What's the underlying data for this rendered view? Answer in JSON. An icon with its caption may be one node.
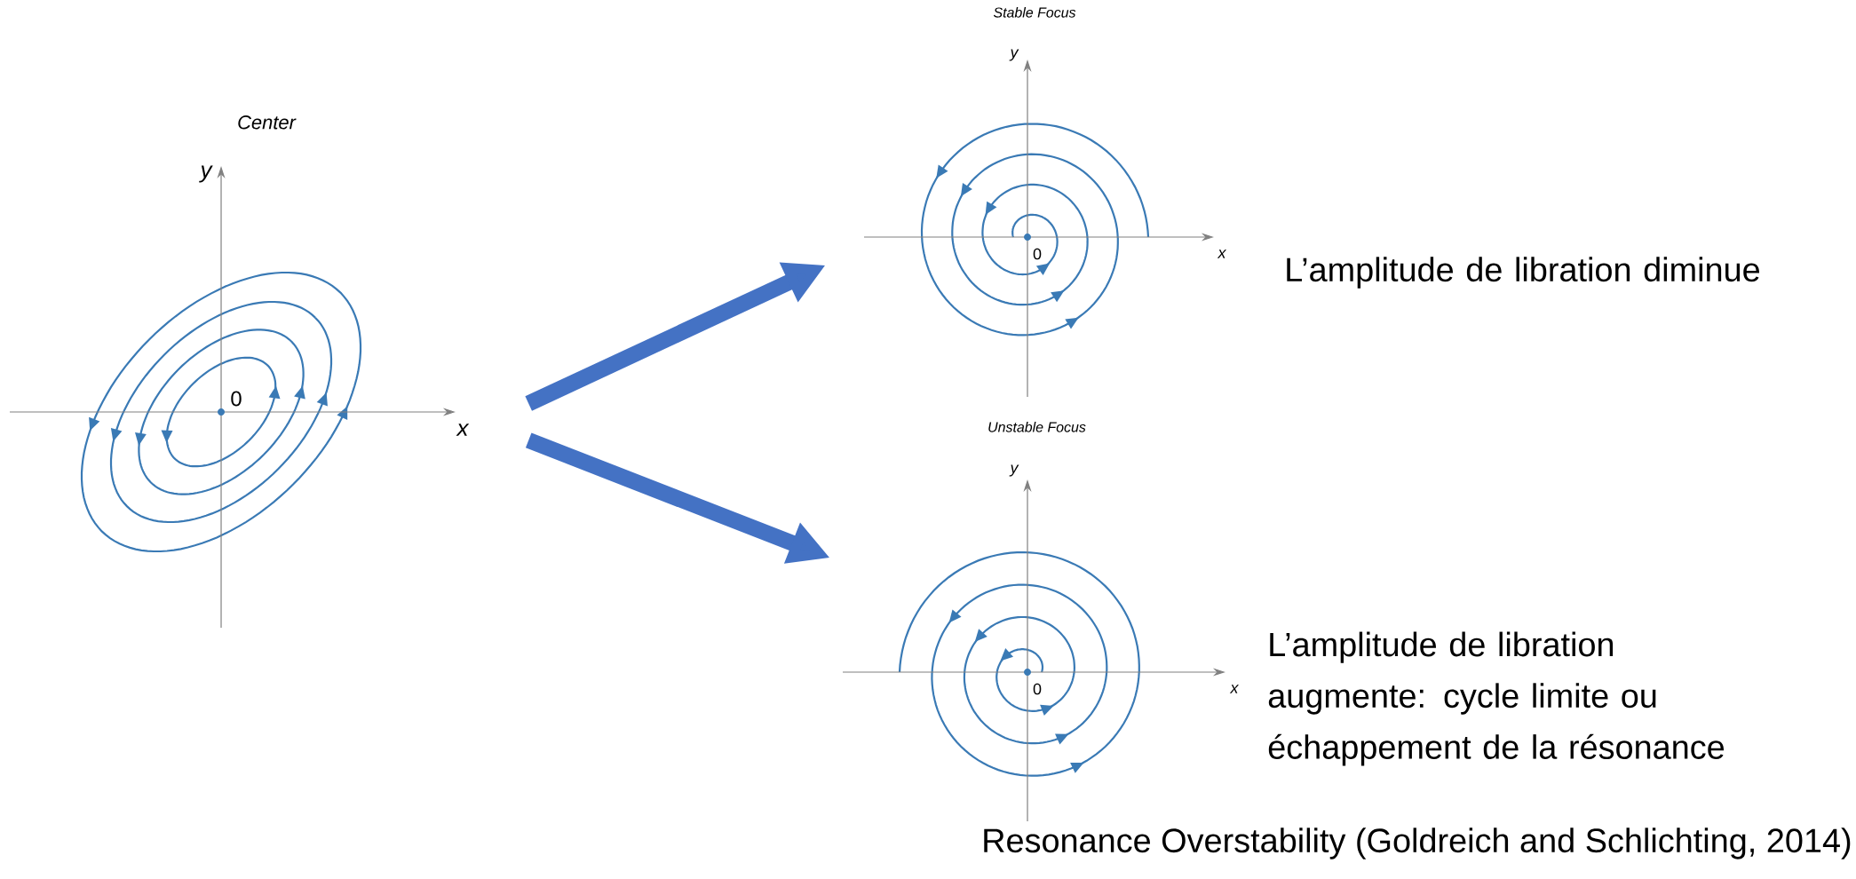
{
  "diagram": {
    "nodes": [
      {
        "text": [
          "Center"
        ]
      },
      {
        "text": [
          "Stable Focus"
        ]
      },
      {
        "text": [
          "Unstable Focus"
        ]
      }
    ],
    "edges": [
      {
        "from": 0,
        "to": 1,
        "arrow": "to"
      },
      {
        "from": 0,
        "to": 2,
        "arrow": "to"
      }
    ],
    "labels": [
      "y",
      "0",
      "x",
      "y",
      "0",
      "x",
      "y",
      "0",
      "x",
      "L’amplitude de libration diminue",
      "L’amplitude de libration augmente: cycle limite ou échappement de la résonance",
      "Resonance Overstability (Goldreich and Schlichting, 2014)"
    ]
  }
}
